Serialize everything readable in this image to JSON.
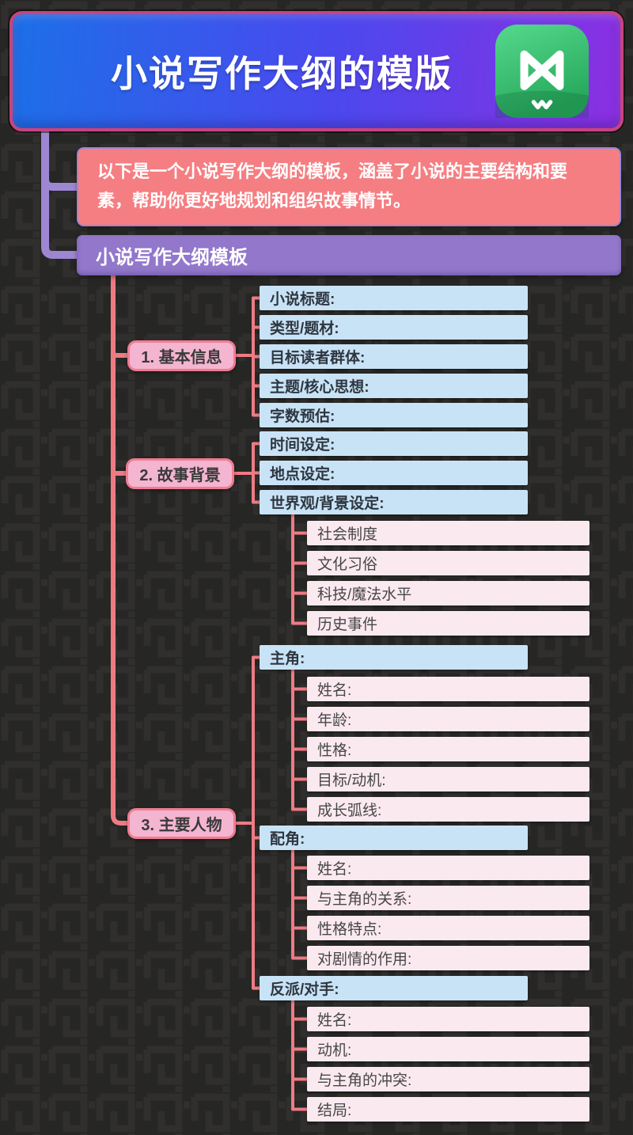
{
  "root": {
    "title": "小说写作大纲的模版",
    "logo": "xmind-logo"
  },
  "note": {
    "text": "以下是一个小说写作大纲的模板，涵盖了小说的主要结构和要素，帮助你更好地规划和组织故事情节。"
  },
  "main_topic": {
    "label": "小说写作大纲模板"
  },
  "branches": [
    {
      "label": "1. 基本信息",
      "children": [
        "小说标题:",
        "类型/题材:",
        "目标读者群体:",
        "主题/核心思想:",
        "字数预估:"
      ]
    },
    {
      "label": "2. 故事背景",
      "children": [
        "时间设定:",
        "地点设定:",
        "世界观/背景设定:"
      ],
      "worldview_children": [
        "社会制度",
        "文化习俗",
        "科技/魔法水平",
        "历史事件"
      ]
    },
    {
      "label": "3. 主要人物",
      "groups": [
        {
          "label": "主角:",
          "children": [
            "姓名:",
            "年龄:",
            "性格:",
            "目标/动机:",
            "成长弧线:"
          ]
        },
        {
          "label": "配角:",
          "children": [
            "姓名:",
            "与主角的关系:",
            "性格特点:",
            "对剧情的作用:"
          ]
        },
        {
          "label": "反派/对手:",
          "children": [
            "姓名:",
            "动机:",
            "与主角的冲突:",
            "结局:"
          ]
        }
      ]
    }
  ],
  "colors": {
    "background": "#262624",
    "root_gradient_left": "#1d6fe8",
    "root_gradient_right": "#8b2fe2",
    "root_border": "#c9437e",
    "note_fill": "#f57e82",
    "main_bar_fill": "#9277cb",
    "lavender_connector": "#9d87d2",
    "salmon_connector": "#ee7b84",
    "node_fill": "#f4b5d0",
    "node_border": "#ef7d92",
    "row_blue_fill": "#c9e3f6",
    "row_pink_fill": "#fbe9f0",
    "logo_green": "#3cc878"
  }
}
